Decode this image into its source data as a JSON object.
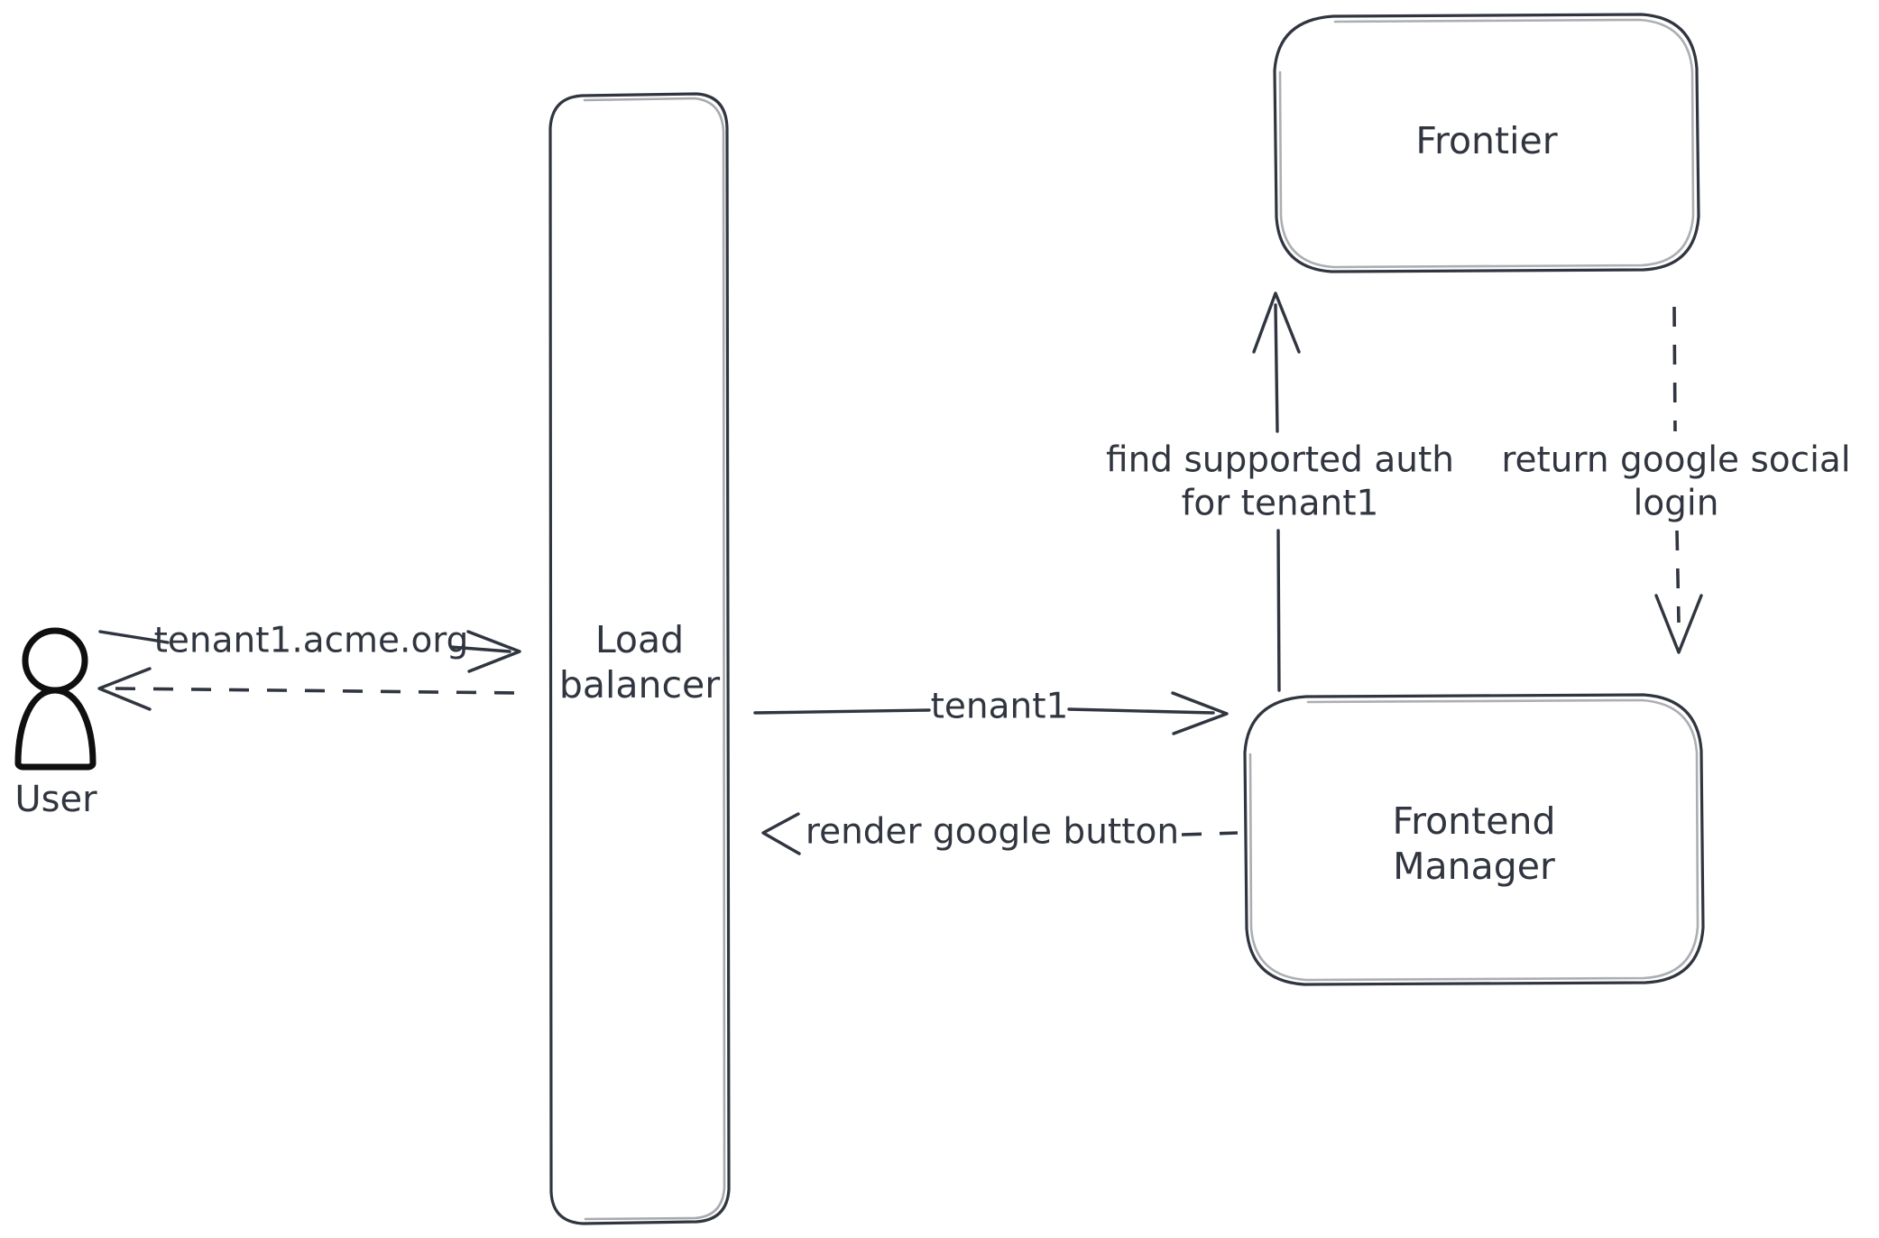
{
  "diagram": {
    "type": "architecture-flow",
    "background": "#ffffff",
    "stroke_color": "#30353f",
    "hatch_color": "#ccd3dd",
    "actor_outline_color": "#0f0f10",
    "nodes": [
      {
        "id": "user",
        "kind": "actor",
        "label": "User",
        "shape": "person",
        "fill": "cross-hatch"
      },
      {
        "id": "load-balancer",
        "kind": "box",
        "label_line1": "Load",
        "label_line2": "balancer",
        "shape": "rounded-rectangle-tall"
      },
      {
        "id": "frontier",
        "kind": "box",
        "label_line1": "Frontier",
        "label_line2": "",
        "shape": "rounded-rectangle"
      },
      {
        "id": "frontend-manager",
        "kind": "box",
        "label_line1": "Frontend",
        "label_line2": "Manager",
        "shape": "rounded-rectangle"
      }
    ],
    "edges": [
      {
        "id": "user-to-lb",
        "from": "user",
        "to": "load-balancer",
        "label": "tenant1.acme.org",
        "style": "solid",
        "direction": "right"
      },
      {
        "id": "lb-to-user",
        "from": "load-balancer",
        "to": "user",
        "label": "",
        "style": "dashed",
        "direction": "left"
      },
      {
        "id": "lb-to-fm",
        "from": "load-balancer",
        "to": "frontend-manager",
        "label": "tenant1",
        "style": "solid",
        "direction": "right"
      },
      {
        "id": "fm-to-lb",
        "from": "frontend-manager",
        "to": "load-balancer",
        "label": "render google button",
        "style": "dashed",
        "direction": "left"
      },
      {
        "id": "fm-to-frontier",
        "from": "frontend-manager",
        "to": "frontier",
        "label_line1": "find supported auth",
        "label_line2": "for tenant1",
        "style": "solid",
        "direction": "up"
      },
      {
        "id": "frontier-to-fm",
        "from": "frontier",
        "to": "frontend-manager",
        "label_line1": "return google social",
        "label_line2": "login",
        "style": "dashed",
        "direction": "down"
      }
    ]
  }
}
